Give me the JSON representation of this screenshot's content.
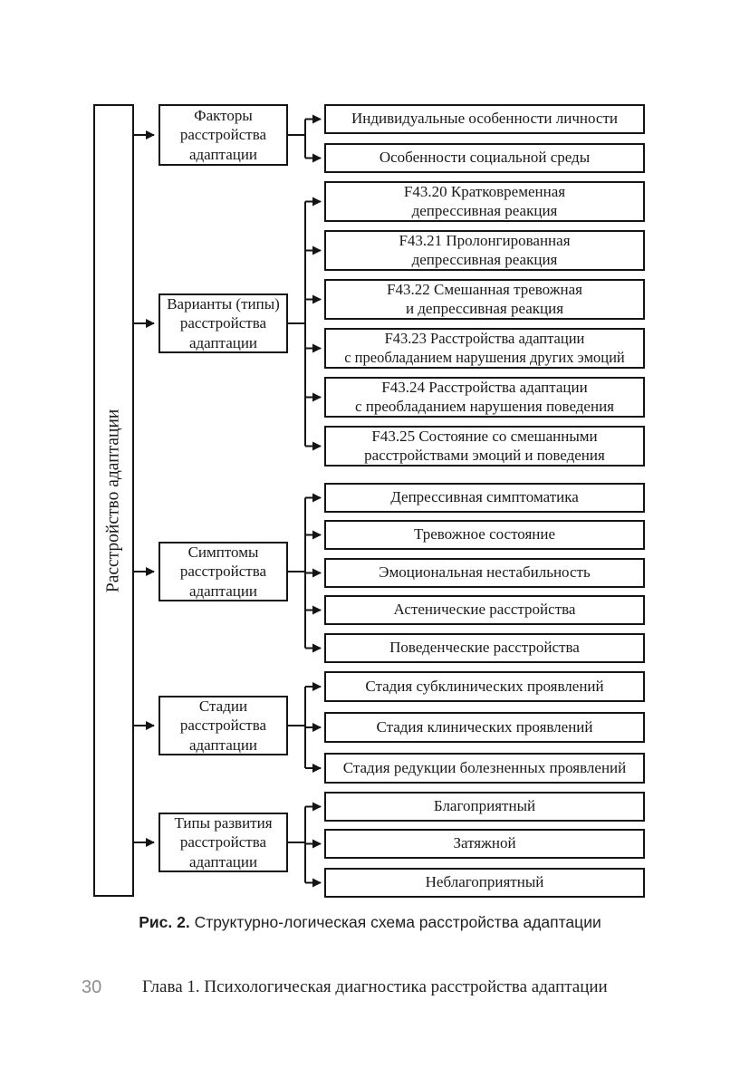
{
  "diagram": {
    "root": {
      "label": "Расстройство адаптации"
    },
    "groups": [
      {
        "branch": "Факторы\nрасстройства\nадаптации",
        "leaves": [
          "Индивидуальные особенности личности",
          "Особенности социальной среды"
        ]
      },
      {
        "branch": "Варианты (типы)\nрасстройства\nадаптации",
        "leaves": [
          "F43.20 Кратковременная\nдепрессивная реакция",
          "F43.21 Пролонгированная\nдепрессивная реакция",
          "F43.22 Смешанная тревожная\nи депрессивная реакция",
          "F43.23 Расстройства адаптации\nс преобладанием нарушения других эмоций",
          "F43.24 Расстройства адаптации\nс преобладанием нарушения поведения",
          "F43.25 Состояние со смешанными\nрасстройствами эмоций и поведения"
        ]
      },
      {
        "branch": "Симптомы\nрасстройства\nадаптации",
        "leaves": [
          "Депрессивная симптоматика",
          "Тревожное состояние",
          "Эмоциональная нестабильность",
          "Астенические расстройства",
          "Поведенческие расстройства"
        ]
      },
      {
        "branch": "Стадии\nрасстройства\nадаптации",
        "leaves": [
          "Стадия субклинических проявлений",
          "Стадия клинических проявлений",
          "Стадия редукции болезненных проявлений"
        ]
      },
      {
        "branch": "Типы развития\nрасстройства\nадаптации",
        "leaves": [
          "Благоприятный",
          "Затяжной",
          "Неблагоприятный"
        ]
      }
    ]
  },
  "caption": {
    "label": "Рис. 2.",
    "text": " Структурно-логическая схема расстройства адаптации"
  },
  "footer": {
    "page_number": "30",
    "chapter": "Глава 1. Психологическая диагностика расстройства адаптации"
  },
  "colors": {
    "line": "#141414",
    "text": "#1a1a1a",
    "page_number_gray": "#8d8d8d",
    "background": "#ffffff"
  }
}
